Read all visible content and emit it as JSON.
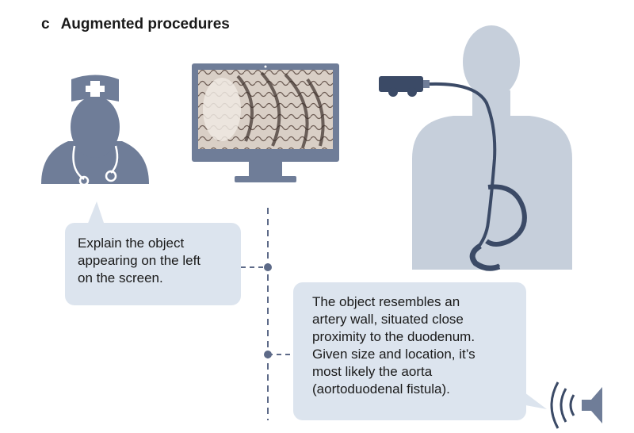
{
  "panel": {
    "letter": "c",
    "title": "Augmented procedures"
  },
  "doctor_bubble": {
    "lines": [
      "Explain the object",
      "appearing on the left",
      "on the screen."
    ]
  },
  "ai_bubble": {
    "lines": [
      "The object resembles an",
      "artery wall, situated close",
      "proximity to the duodenum.",
      "Given size and location, it’s",
      "most likely the aorta",
      "(aortoduodenal fistula)."
    ]
  },
  "icons": [
    "doctor-icon",
    "monitor-icon",
    "endoscopic-image",
    "patient-silhouette-icon",
    "endoscope-icon",
    "speaker-icon"
  ],
  "colors": {
    "figure": "#6f7d98",
    "patient": "#c6cfdb",
    "bubble": "#dce4ee",
    "endoscope": "#3b4a66",
    "connector": "#5d6a88"
  }
}
